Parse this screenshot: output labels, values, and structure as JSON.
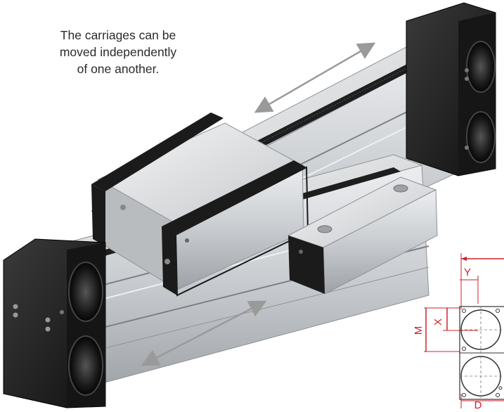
{
  "caption": {
    "line1": "The carriages can be",
    "line2": "moved independently",
    "line3": "of one another."
  },
  "dimension_labels": {
    "y": "Y",
    "x": "X",
    "m": "M",
    "d": "D"
  },
  "colors": {
    "background": "#ffffff",
    "aluminium": "#d4d6d8",
    "aluminium_shade": "#a9acaf",
    "end_block": "#1c1c1c",
    "belt": "#222222",
    "arrow": "#9a9a9a",
    "dimension_red": "#d0202a",
    "caption_text": "#2b2b2b"
  },
  "icons": [
    "double-headed-arrow-icon"
  ]
}
